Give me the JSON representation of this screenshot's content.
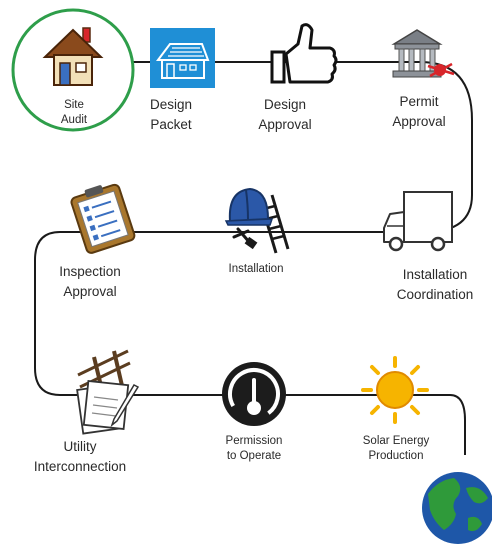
{
  "steps": [
    {
      "id": "site-audit",
      "line1": "Site",
      "line2": "Audit",
      "icon": "house-icon"
    },
    {
      "id": "design-packet",
      "line1": "Design",
      "line2": "Packet",
      "icon": "solar-panel-house-icon"
    },
    {
      "id": "design-approval",
      "line1": "Design",
      "line2": "Approval",
      "icon": "thumbs-up-icon"
    },
    {
      "id": "permit-approval",
      "line1": "Permit",
      "line2": "Approval",
      "icon": "government-building-icon"
    },
    {
      "id": "installation-coordination",
      "line1": "Installation",
      "line2": "Coordination",
      "icon": "truck-icon"
    },
    {
      "id": "installation",
      "line1": "Installation",
      "line2": "",
      "icon": "hard-hat-ladder-icon"
    },
    {
      "id": "inspection-approval",
      "line1": "Inspection",
      "line2": "Approval",
      "icon": "clipboard-checklist-icon"
    },
    {
      "id": "utility-interconnection",
      "line1": "Utility",
      "line2": "Interconnection",
      "icon": "power-pole-icon"
    },
    {
      "id": "permission-to-operate",
      "line1": "Permission",
      "line2": "to Operate",
      "icon": "gauge-icon"
    },
    {
      "id": "solar-energy-production",
      "line1": "Solar Energy",
      "line2": "Production",
      "icon": "sun-icon"
    }
  ],
  "colors": {
    "highlight_ring": "#2e9e4a",
    "path_line": "#1a1a1a",
    "design_packet_bg": "#1f8fd6",
    "helmet": "#2b58a8",
    "sun": "#f6b400",
    "globe_ocean": "#1e57a8",
    "globe_land": "#2f9a3a",
    "ribbon": "#d8262b"
  },
  "end_icon": "earth-globe-icon"
}
